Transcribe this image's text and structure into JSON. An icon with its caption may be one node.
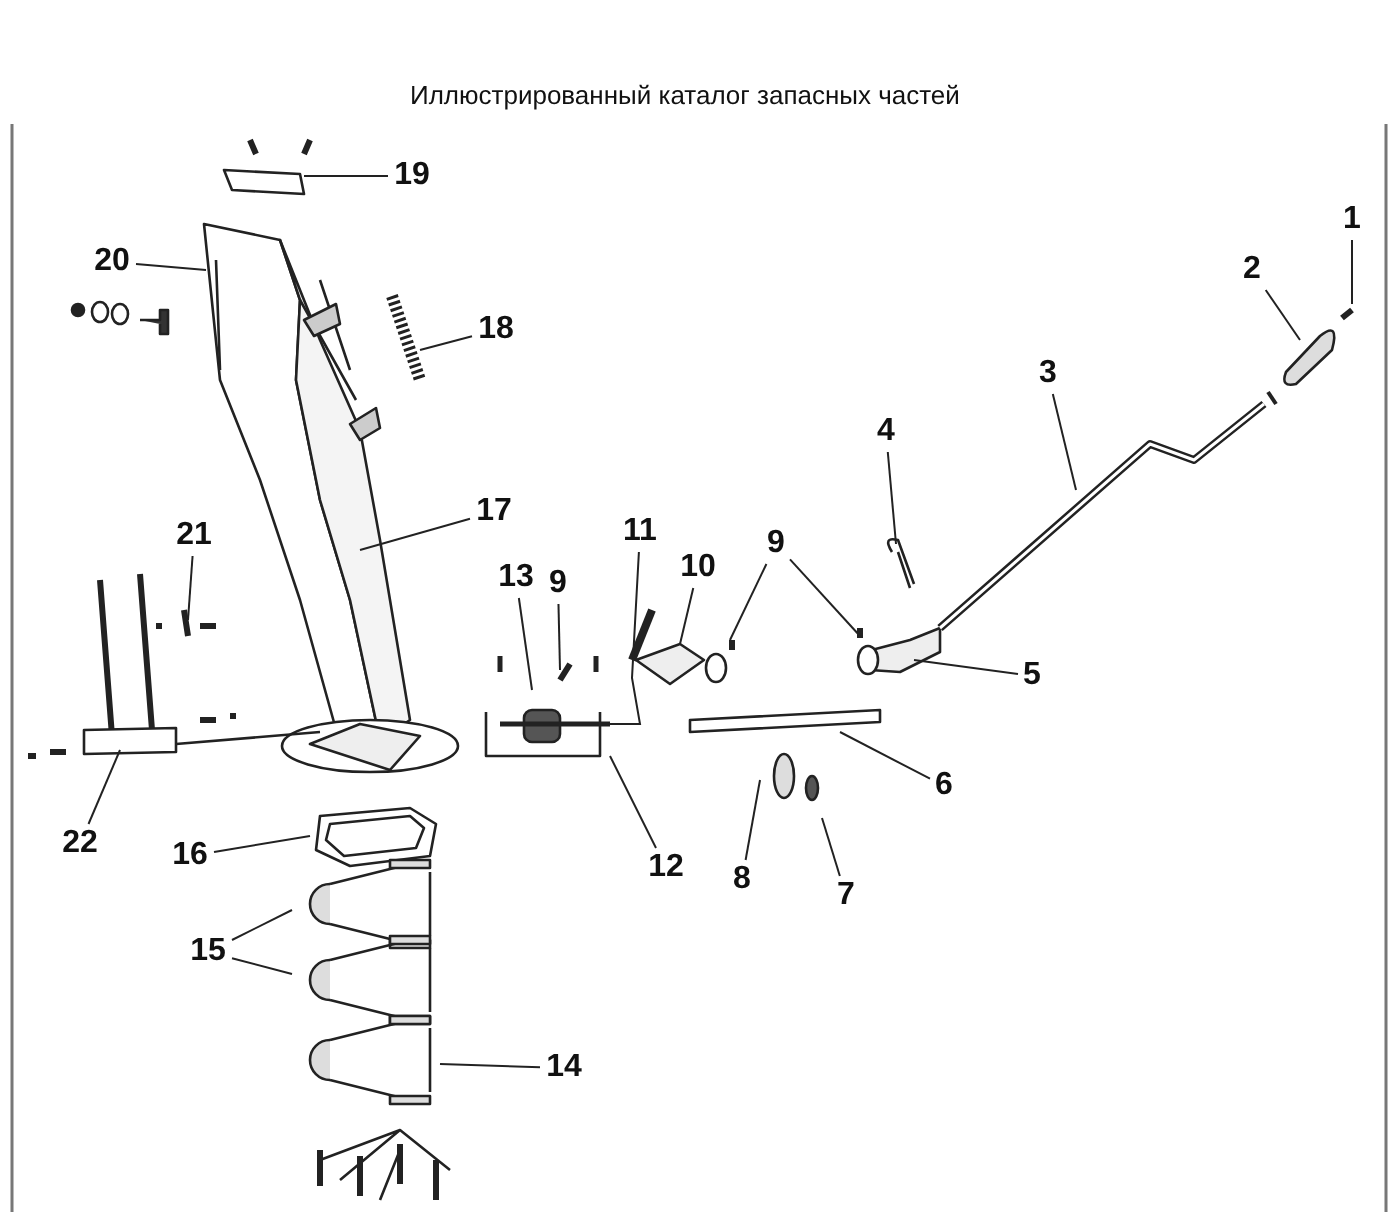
{
  "diagram": {
    "nodes": [
      {
        "text": [
          "19"
        ]
      },
      {
        "text": [
          "20"
        ]
      },
      {
        "text": [
          "18"
        ]
      },
      {
        "text": [
          "1"
        ]
      },
      {
        "text": [
          "2"
        ]
      },
      {
        "text": [
          "3"
        ]
      },
      {
        "text": [
          "17"
        ]
      },
      {
        "text": [
          "4"
        ]
      },
      {
        "text": [
          "21"
        ]
      },
      {
        "text": [
          "11"
        ]
      },
      {
        "text": [
          "9"
        ]
      },
      {
        "text": [
          "13"
        ]
      },
      {
        "text": [
          "9"
        ]
      },
      {
        "text": [
          "10"
        ]
      },
      {
        "text": [
          "5"
        ]
      },
      {
        "text": [
          "6"
        ]
      },
      {
        "text": [
          "22"
        ]
      },
      {
        "text": [
          "16"
        ]
      },
      {
        "text": [
          "12"
        ]
      },
      {
        "text": [
          "8"
        ]
      },
      {
        "text": [
          "7"
        ]
      },
      {
        "text": [
          "15"
        ]
      },
      {
        "text": [
          "14"
        ]
      }
    ],
    "edges": [
      {
        "from": 0,
        "to": null,
        "arrow": "none"
      },
      {
        "from": 1,
        "to": null,
        "arrow": "none"
      },
      {
        "from": 2,
        "to": null,
        "arrow": "none"
      },
      {
        "from": 3,
        "to": null,
        "arrow": "none"
      },
      {
        "from": 4,
        "to": null,
        "arrow": "none"
      },
      {
        "from": 5,
        "to": null,
        "arrow": "none"
      },
      {
        "from": 6,
        "to": null,
        "arrow": "none"
      },
      {
        "from": 7,
        "to": null,
        "arrow": "none"
      },
      {
        "from": 8,
        "to": null,
        "arrow": "none"
      },
      {
        "from": 9,
        "to": null,
        "arrow": "none"
      },
      {
        "from": 10,
        "to": null,
        "arrow": "none"
      },
      {
        "from": 10,
        "to": null,
        "arrow": "none"
      },
      {
        "from": 11,
        "to": null,
        "arrow": "none"
      },
      {
        "from": 12,
        "to": null,
        "arrow": "none"
      },
      {
        "from": 13,
        "to": null,
        "arrow": "none"
      },
      {
        "from": 14,
        "to": null,
        "arrow": "none"
      },
      {
        "from": 15,
        "to": null,
        "arrow": "none"
      },
      {
        "from": 16,
        "to": null,
        "arrow": "none"
      },
      {
        "from": 17,
        "to": null,
        "arrow": "none"
      },
      {
        "from": 18,
        "to": null,
        "arrow": "none"
      },
      {
        "from": 19,
        "to": null,
        "arrow": "none"
      },
      {
        "from": 20,
        "to": null,
        "arrow": "none"
      },
      {
        "from": 21,
        "to": null,
        "arrow": "none"
      },
      {
        "from": 21,
        "to": null,
        "arrow": "none"
      },
      {
        "from": 22,
        "to": null,
        "arrow": "none"
      }
    ],
    "labels": [
      "Иллюстрированный каталог запасных частей"
    ]
  }
}
